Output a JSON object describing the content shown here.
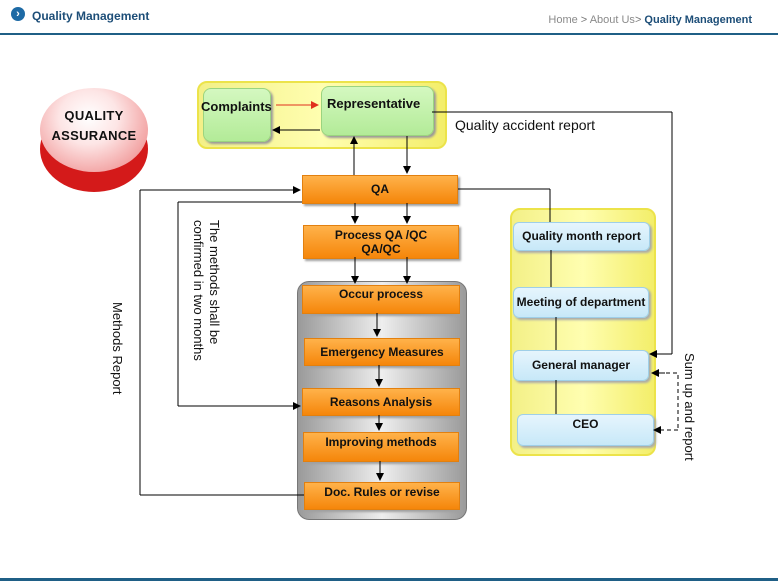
{
  "header": {
    "title": "Quality Management",
    "breadcrumb": {
      "home": "Home",
      "sep1": " > ",
      "about": "About Us",
      "sep2": "> ",
      "current": "Quality Management"
    }
  },
  "badge": {
    "line1": "QUALITY",
    "line2": "ASSURANCE"
  },
  "nodes": {
    "complaints": "Complaints",
    "representative": "Representative",
    "qa": "QA",
    "process_qaqc_line1": "Process QA /QC",
    "process_qaqc_line2": "QA/QC",
    "occur_process": "Occur process",
    "emergency_measures": "Emergency Measures",
    "reasons_analysis": "Reasons Analysis",
    "improving_methods": "Improving methods",
    "doc_rules": "Doc. Rules or revise",
    "quality_month_report": "Quality month report",
    "meeting_department": "Meeting of department",
    "general_manager": "General manager",
    "ceo": "CEO"
  },
  "labels": {
    "quality_accident_report": "Quality accident report",
    "methods_confirmed": "The methods shall be confirmed in two months",
    "methods_report": "Methods Report",
    "sum_up_report": "Sum up and report"
  },
  "colors": {
    "accent": "#1d4e78",
    "orange": "#f5860a",
    "red_arrow": "#e0301e"
  }
}
